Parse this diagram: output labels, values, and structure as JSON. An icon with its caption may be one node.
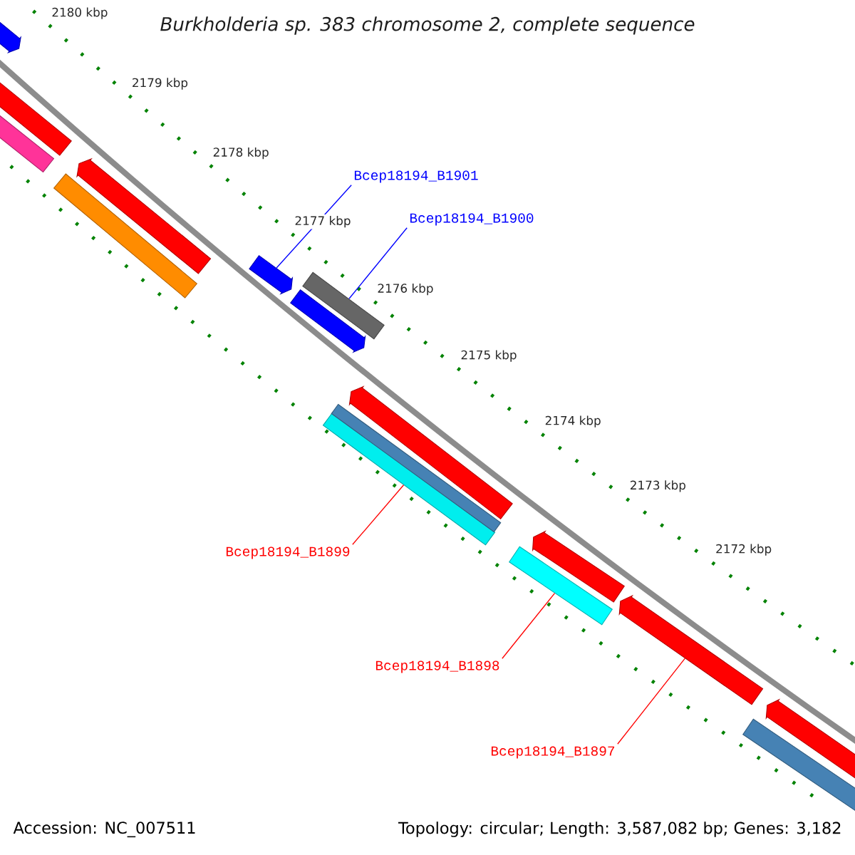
{
  "diagram": {
    "title": "Burkholderia sp. 383 chromosome 2, complete sequence",
    "nodes": [
      {
        "text": [],
        "shape": "arrow"
      },
      {
        "text": [],
        "shape": "bar"
      },
      {
        "text": [],
        "shape": "bar"
      },
      {
        "text": [],
        "shape": "bar"
      },
      {
        "text": [],
        "shape": "arrow"
      },
      {
        "text": [],
        "shape": "arrow"
      },
      {
        "text": [],
        "shape": "arrow"
      },
      {
        "text": [],
        "shape": "bar"
      },
      {
        "text": [],
        "shape": "bar"
      },
      {
        "text": [],
        "shape": "bar"
      },
      {
        "text": [],
        "shape": "arrow"
      },
      {
        "text": [],
        "shape": "bar"
      },
      {
        "text": [],
        "shape": "arrow"
      },
      {
        "text": [],
        "shape": "arrow"
      },
      {
        "text": [],
        "shape": "bar"
      },
      {
        "text": [],
        "shape": "arrow"
      },
      {
        "text": [
          "Bcep18194_B1901"
        ]
      },
      {
        "text": [
          "Bcep18194_B1900"
        ]
      },
      {
        "text": [
          "Bcep18194_B1899"
        ]
      },
      {
        "text": [
          "Bcep18194_B1898"
        ]
      },
      {
        "text": [
          "Bcep18194_B1897"
        ]
      }
    ],
    "edges": [
      {
        "from": 16,
        "to": 5,
        "arrow": "none",
        "color": "#0000ff"
      },
      {
        "from": 17,
        "to": 7,
        "arrow": "none",
        "color": "#0000ff"
      },
      {
        "from": 18,
        "to": 8,
        "arrow": "none"
      },
      {
        "from": 19,
        "to": 11,
        "arrow": "none"
      },
      {
        "from": 20,
        "to": 13,
        "arrow": "none"
      }
    ],
    "labels": [
      "2180 kbp",
      "2179 kbp",
      "2178 kbp",
      "2177 kbp",
      "2176 kbp",
      "2175 kbp",
      "2174 kbp",
      "2173 kbp",
      "2172 kbp",
      "Accession: NC_007511",
      "Topology: circular; Length: 3,587,082 bp; Genes: 3,182"
    ]
  }
}
